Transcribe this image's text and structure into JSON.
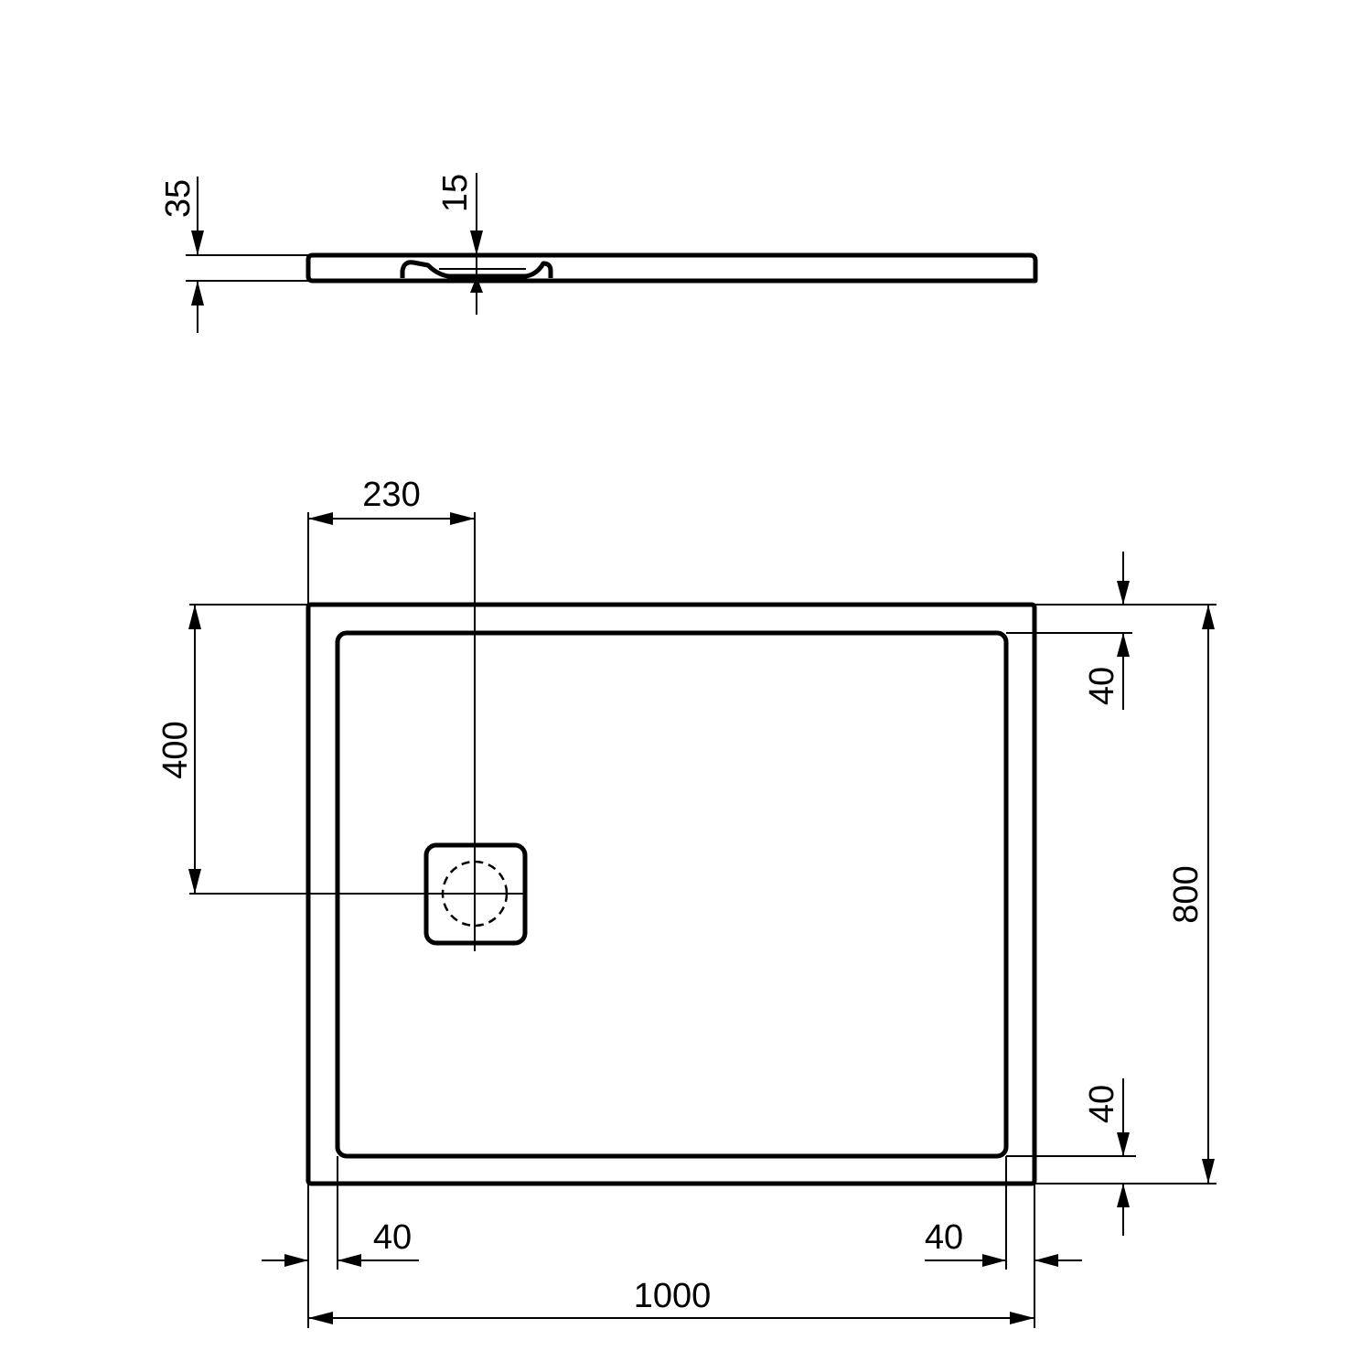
{
  "diagram": {
    "type": "technical drawing",
    "subject": "rectangular shower tray",
    "stroke_color": "#000000",
    "background": "#ffffff",
    "side_view": {
      "dimensions": {
        "tray_height": "35",
        "drain_depth": "15"
      }
    },
    "plan_view": {
      "dimensions": {
        "drain_offset_x": "230",
        "drain_offset_y": "400",
        "width": "1000",
        "depth": "800",
        "rim_top": "40",
        "rim_bottom": "40",
        "rim_left": "40",
        "rim_right": "40"
      },
      "drain": {
        "shape": "rounded square with dashed circular waste"
      }
    }
  }
}
